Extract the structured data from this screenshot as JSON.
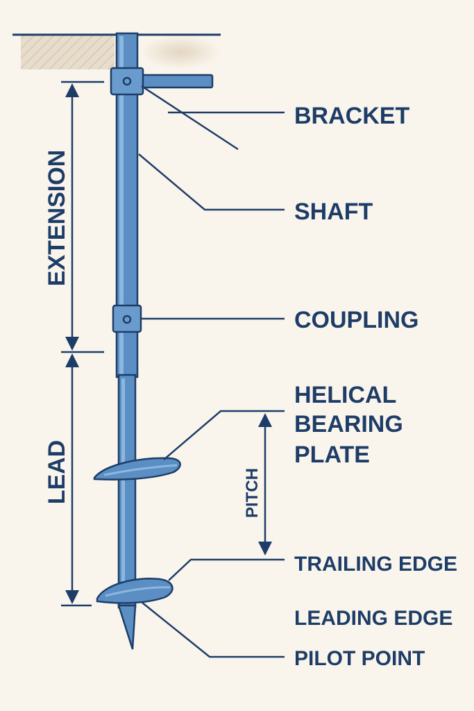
{
  "labels": {
    "bracket": "BRACKET",
    "shaft": "SHAFT",
    "coupling": "COUPLING",
    "helical_line1": "HELICAL",
    "helical_line2": "BEARING",
    "helical_line3": "PLATE",
    "trailing_edge": "TRAILING EDGE",
    "leading_edge": "LEADING EDGE",
    "pilot_point": "PILOT POINT",
    "extension": "EXTENSION",
    "lead": "LEAD",
    "pitch": "PITCH"
  },
  "colors": {
    "background": "#faf5ec",
    "navy": "#1d3d68",
    "steel": "#5b8fc4",
    "steel_light": "#8cb7e0",
    "steel_dark": "#3f6f9f",
    "ground": "#e8dccb"
  }
}
